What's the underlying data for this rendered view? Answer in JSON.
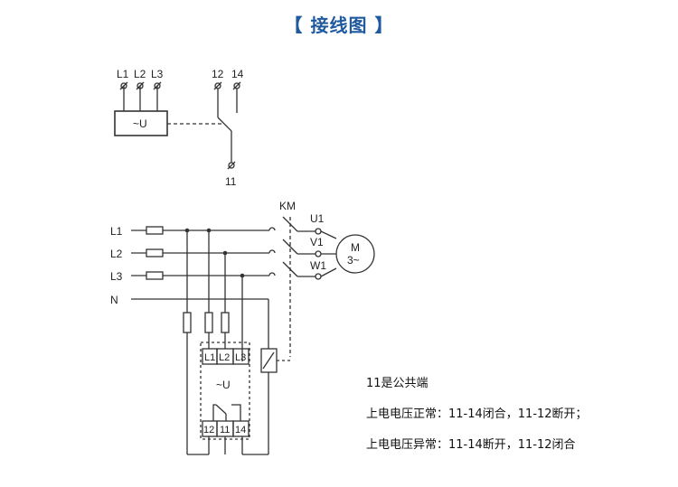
{
  "title": "【 接线图 】",
  "top_diagram": {
    "terminals": [
      "L1",
      "L2",
      "L3",
      "12",
      "14",
      "11"
    ],
    "relay_box": "~U"
  },
  "bottom_diagram": {
    "lines": [
      "L1",
      "L2",
      "L3",
      "N"
    ],
    "contactor": "KM",
    "motor_terminals": [
      "U1",
      "V1",
      "W1"
    ],
    "motor_label_line1": "M",
    "motor_label_line2": "3~",
    "module_inputs": [
      "L1",
      "L2",
      "L3"
    ],
    "module_symbol": "~U",
    "module_outputs": [
      "12",
      "11",
      "14"
    ]
  },
  "notes": [
    "11是公共端",
    "上电电压正常：11-14闭合，11-12断开；",
    "上电电压异常：11-14断开，11-12闭合"
  ]
}
